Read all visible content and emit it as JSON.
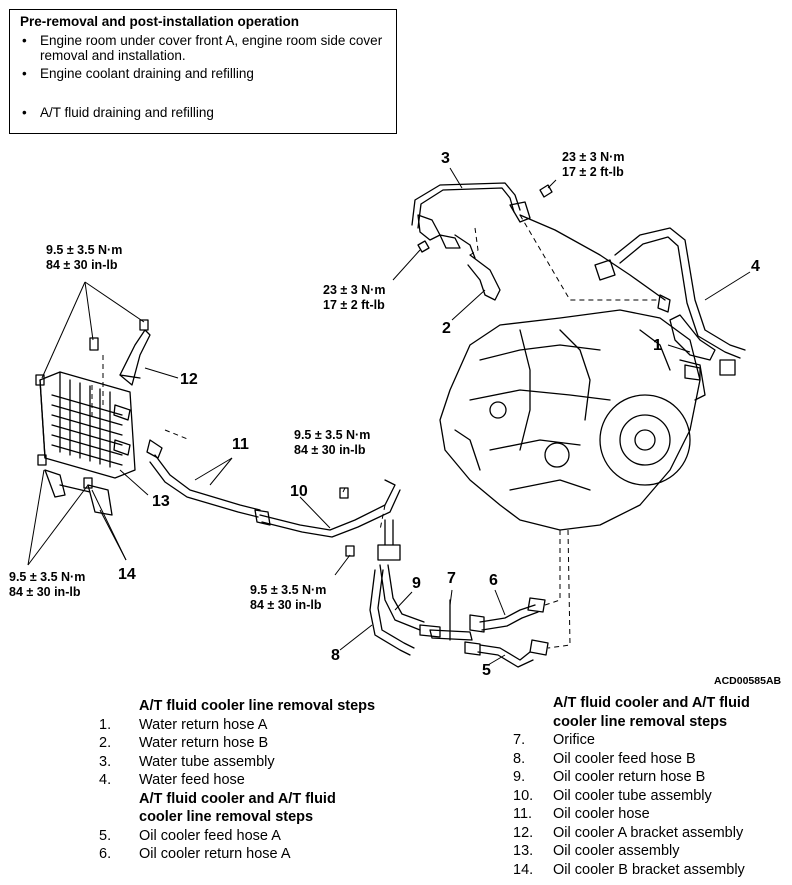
{
  "note": {
    "title": "Pre-removal and post-installation operation",
    "items": [
      "Engine room under cover front A, engine room side cover removal and installation.",
      "Engine coolant draining and refilling",
      "A/T fluid draining and refilling"
    ]
  },
  "torques": {
    "t1_nm": "23 ± 3 N·m",
    "t1_ft": "17 ± 2 ft-lb",
    "t2_nm": "23 ± 3 N·m",
    "t2_ft": "17 ± 2 ft-lb",
    "t3_nm": "9.5 ± 3.5 N·m",
    "t3_in": "84 ± 30 in-lb",
    "t4_nm": "9.5 ± 3.5 N·m",
    "t4_in": "84 ± 30 in-lb",
    "t5_nm": "9.5 ± 3.5 N·m",
    "t5_in": "84 ± 30 in-lb",
    "t6_nm": "9.5 ± 3.5 N·m",
    "t6_in": "84 ± 30 in-lb"
  },
  "callouts": [
    "1",
    "2",
    "3",
    "4",
    "5",
    "6",
    "7",
    "8",
    "9",
    "10",
    "11",
    "12",
    "13",
    "14"
  ],
  "figure_code": "ACD00585AB",
  "left_steps": {
    "heading_a": "A/T fluid cooler line removal steps",
    "items_a": [
      {
        "n": "1.",
        "t": "Water return hose A"
      },
      {
        "n": "2.",
        "t": "Water return hose B"
      },
      {
        "n": "3.",
        "t": "Water tube assembly"
      },
      {
        "n": "4.",
        "t": "Water feed hose"
      }
    ],
    "heading_b": "A/T fluid cooler and A/T fluid cooler line removal steps",
    "items_b": [
      {
        "n": "5.",
        "t": "Oil cooler feed hose A"
      },
      {
        "n": "6.",
        "t": "Oil cooler return hose A"
      }
    ]
  },
  "right_steps": {
    "heading": "A/T fluid cooler and A/T fluid cooler line removal steps",
    "items": [
      {
        "n": "7.",
        "t": "Orifice"
      },
      {
        "n": "8.",
        "t": "Oil cooler feed hose B"
      },
      {
        "n": "9.",
        "t": "Oil cooler return hose B"
      },
      {
        "n": "10.",
        "t": "Oil cooler tube assembly"
      },
      {
        "n": "11.",
        "t": "Oil cooler hose"
      },
      {
        "n": "12.",
        "t": "Oil cooler A bracket assembly"
      },
      {
        "n": "13.",
        "t": "Oil cooler assembly"
      },
      {
        "n": "14.",
        "t": "Oil cooler B bracket assembly"
      }
    ]
  }
}
